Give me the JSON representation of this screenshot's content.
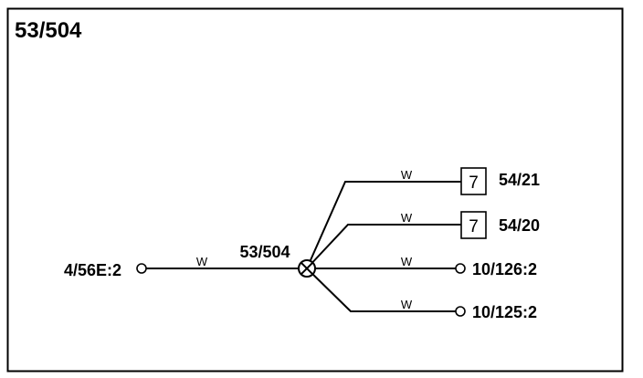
{
  "diagram": {
    "title": "53/504",
    "splice_label": "53/504",
    "source_connector": "4/56E:2",
    "wires": [
      {
        "label": "W"
      },
      {
        "label": "W"
      },
      {
        "label": "W"
      },
      {
        "label": "W"
      },
      {
        "label": "W"
      }
    ],
    "destinations": [
      {
        "box": "7",
        "label": "54/21"
      },
      {
        "box": "7",
        "label": "54/20"
      },
      {
        "label": "10/126:2"
      },
      {
        "label": "10/125:2"
      }
    ],
    "colors": {
      "line": "#000000",
      "background": "#ffffff"
    }
  }
}
